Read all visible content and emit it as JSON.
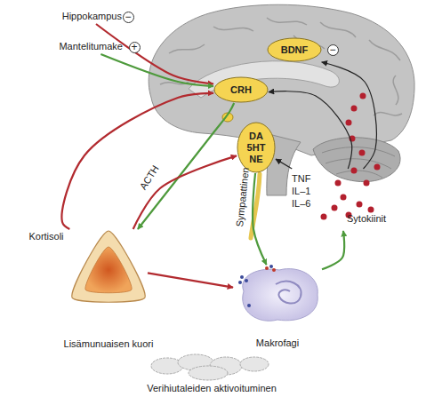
{
  "diagram": {
    "nodes": [
      {
        "text": [
          "Hippokampus"
        ]
      },
      {
        "text": [
          "Mantelitumake"
        ]
      },
      {
        "text": [
          "BDNF"
        ]
      },
      {
        "text": [
          "CRH"
        ]
      },
      {
        "text": [
          "DA 5HT NE"
        ]
      },
      {
        "text": [
          "TNF IL–1 IL–6",
          "Sytokiinit"
        ]
      },
      {
        "text": [
          "Lisämunuaisen kuori"
        ]
      },
      {
        "text": [
          "Makrofagi"
        ]
      },
      {
        "text": [
          "Verihiutaleiden aktivoituminen"
        ]
      }
    ],
    "edges": [
      {
        "from": 0,
        "to": 3,
        "arrow": "to"
      },
      {
        "from": 1,
        "to": 3,
        "arrow": "to"
      },
      {
        "from": 3,
        "to": 6,
        "label": "ACTH",
        "arrow": "to"
      },
      {
        "from": 6,
        "to": 3,
        "label": "Kortisoli",
        "arrow": "to"
      },
      {
        "from": 6,
        "to": 4,
        "arrow": "to"
      },
      {
        "from": 6,
        "to": 7,
        "arrow": "to"
      },
      {
        "from": 4,
        "to": 7,
        "label": "Sympaattinen",
        "arrow": "to"
      },
      {
        "from": 7,
        "to": 5,
        "arrow": "to"
      },
      {
        "from": 5,
        "to": 3,
        "arrow": "to"
      },
      {
        "from": 5,
        "to": 4,
        "arrow": "to"
      },
      {
        "from": 5,
        "to": 2,
        "arrow": "to"
      }
    ],
    "labels": [
      "−",
      "+",
      "−"
    ]
  }
}
